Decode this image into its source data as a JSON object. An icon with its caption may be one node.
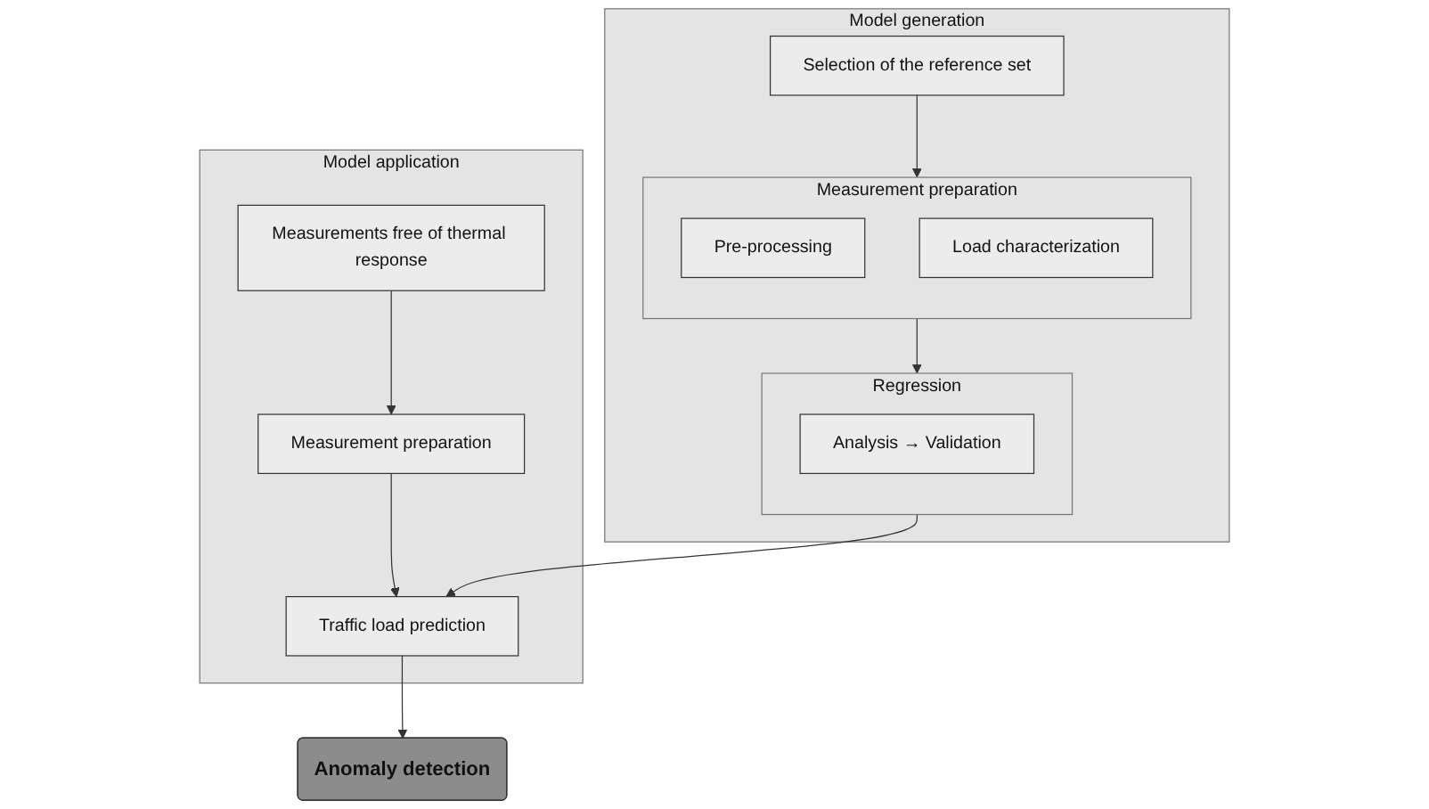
{
  "diagram": {
    "nodes": [
      {
        "text": [
          "Model generation"
        ]
      },
      {
        "text": [
          "Selection of the reference set"
        ],
        "in": 0
      },
      {
        "text": [
          "Measurement preparation"
        ],
        "in": 0
      },
      {
        "text": [
          "Pre-processing"
        ],
        "in": 2
      },
      {
        "text": [
          "Load characterization"
        ],
        "in": 2
      },
      {
        "text": [
          "Regression"
        ],
        "in": 0
      },
      {
        "text": [
          "Analysis → Validation"
        ],
        "in": 5
      },
      {
        "text": [
          "Model application"
        ]
      },
      {
        "text": [
          "Measurements free of thermal response"
        ],
        "in": 7
      },
      {
        "text": [
          "Measurement preparation"
        ],
        "in": 7
      },
      {
        "text": [
          "Traffic load prediction"
        ],
        "in": 7
      },
      {
        "text": [
          "Anomaly detection"
        ]
      }
    ],
    "edges": [
      {
        "from": 1,
        "to": 2,
        "arrow": "to"
      },
      {
        "from": 2,
        "to": 5,
        "arrow": "to"
      },
      {
        "from": 5,
        "to": 10,
        "arrow": "to"
      },
      {
        "from": 8,
        "to": 9,
        "arrow": "to"
      },
      {
        "from": 9,
        "to": 10,
        "arrow": "to"
      },
      {
        "from": 10,
        "to": 11,
        "arrow": "to"
      }
    ]
  }
}
